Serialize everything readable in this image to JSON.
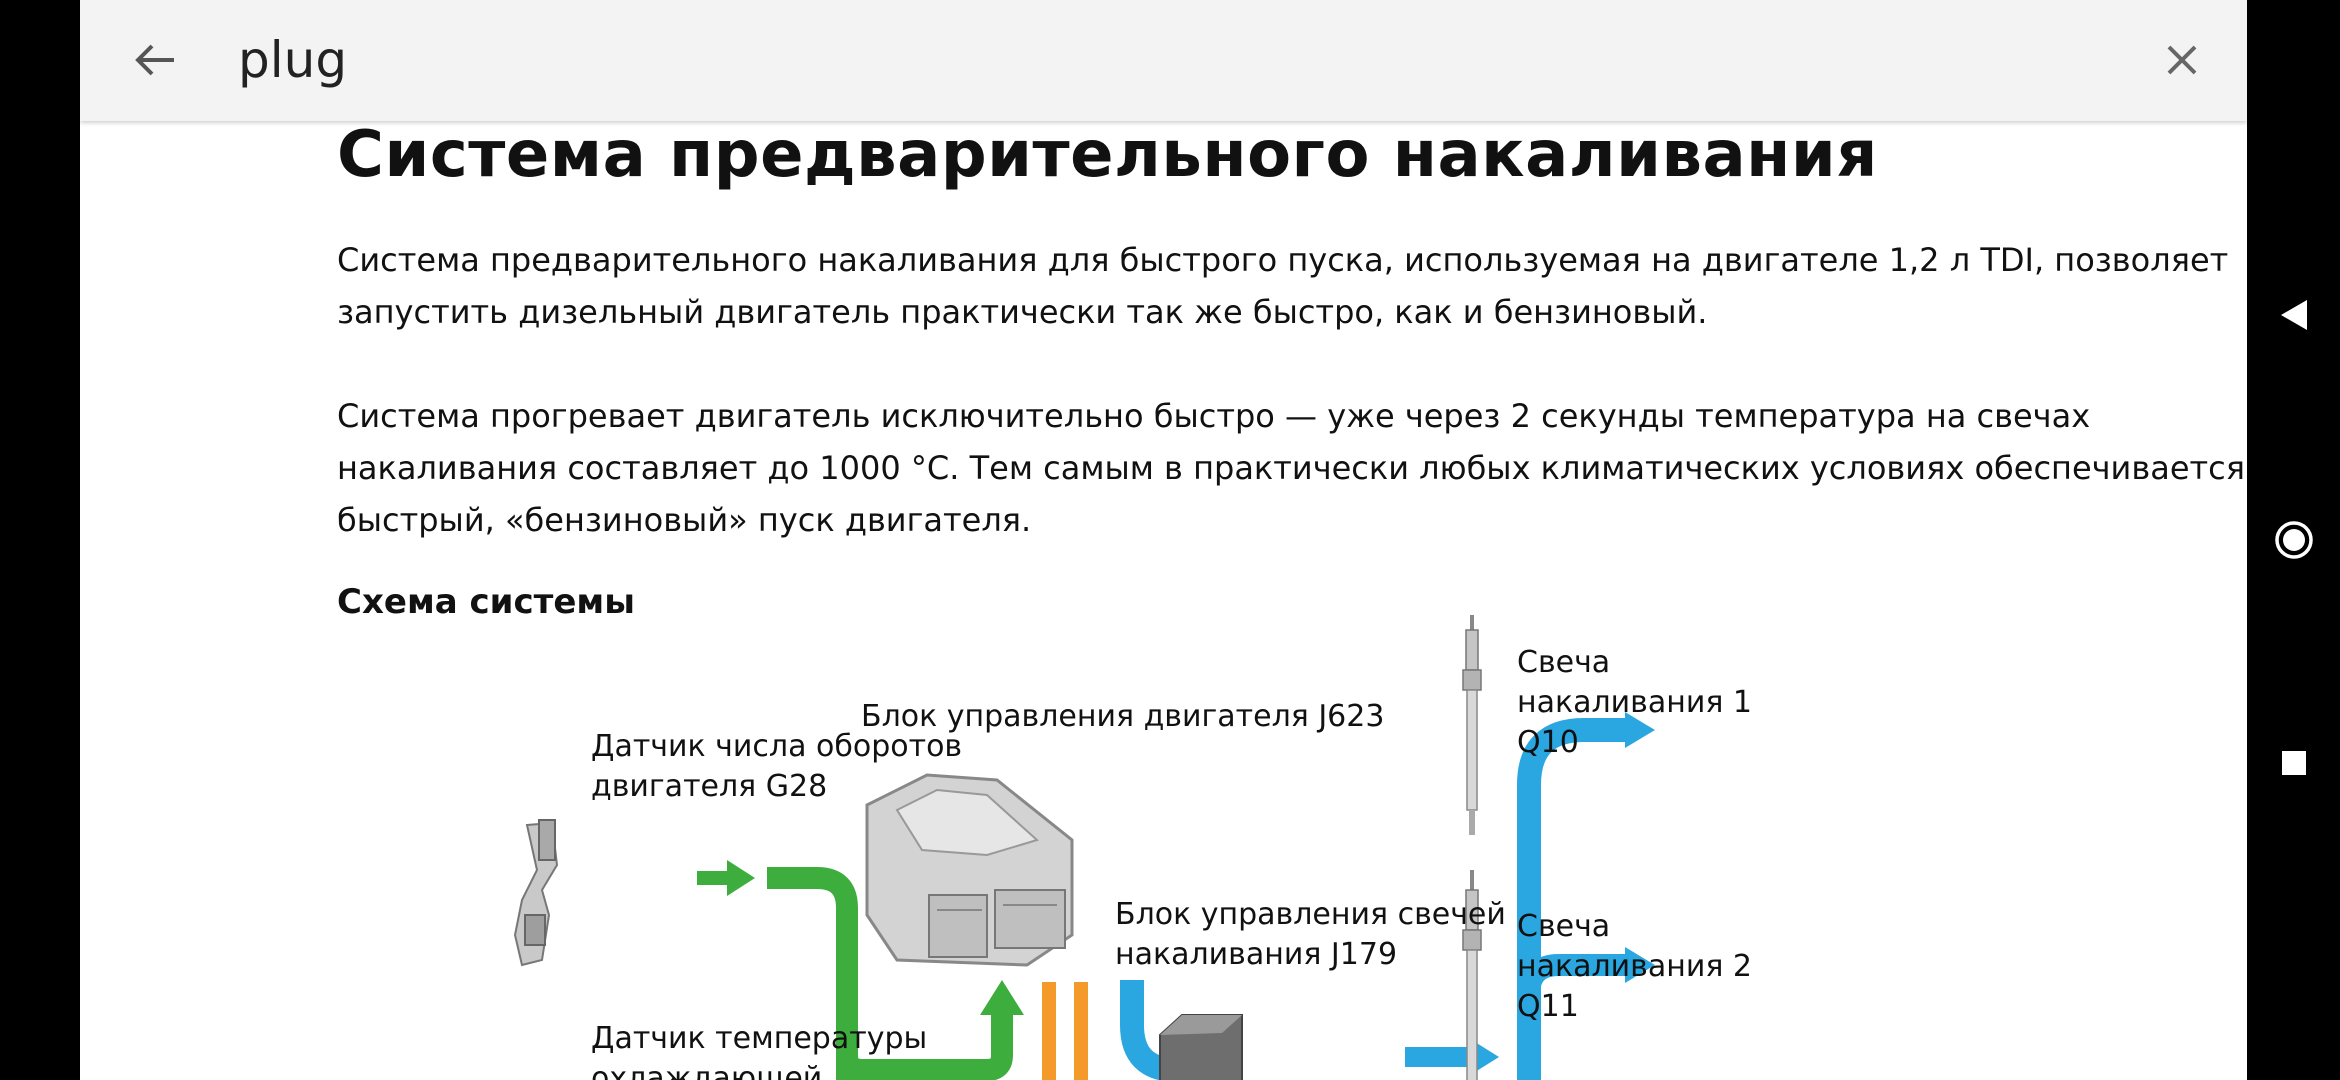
{
  "find_bar": {
    "query": "plug",
    "back_icon": "arrow-left-icon",
    "close_icon": "close-icon"
  },
  "document": {
    "title": "Система предварительного накаливания",
    "paragraph1": [
      "Система предварительного накаливания для быстрого пуска, используемая на двигателе 1,2 л TDI, позволяет",
      "запустить дизельный двигатель практически так же быстро, как и бензиновый."
    ],
    "paragraph2": [
      "Система прогревает двигатель исключительно быстро — уже через 2 секунды температура на свечах",
      "накаливания составляет до 1000 °C. Тем самым в практически любых климатических условиях обеспечивается",
      "быстрый, «бензиновый» пуск двигателя."
    ],
    "section_heading": "Схема системы",
    "diagram": {
      "labels": {
        "rpm_sensor": [
          "Датчик числа оборотов",
          "двигателя G28"
        ],
        "engine_ecu": [
          "Блок управления двигателя J623"
        ],
        "glow_ecu": [
          "Блок управления свечей",
          "накаливания J179"
        ],
        "temp_sensor": [
          "Датчик температуры",
          "охлаждающей"
        ],
        "plug1": [
          "Свеча",
          "накаливания 1",
          "Q10"
        ],
        "plug2": [
          "Свеча",
          "накаливания 2",
          "Q11"
        ]
      },
      "colors": {
        "input_arrow": "#3dae3d",
        "power_line": "#f39a2a",
        "output_arrow": "#2aa6e0",
        "component": "#b9b9b9"
      }
    }
  },
  "system_nav": {
    "back_icon": "triangle-back-icon",
    "home_icon": "circle-home-icon",
    "recents_icon": "square-recents-icon"
  }
}
